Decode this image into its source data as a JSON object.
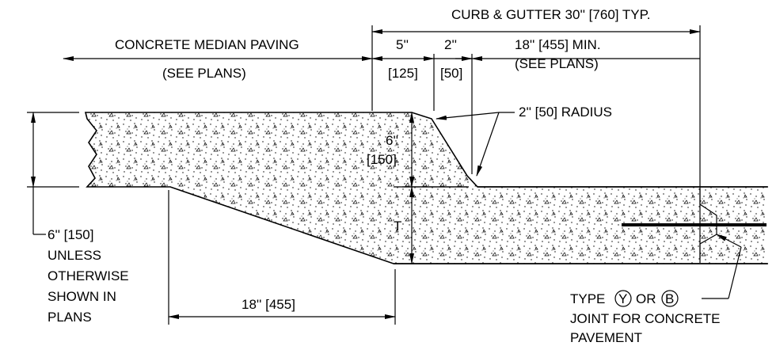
{
  "labels": {
    "curb_gutter": "CURB & GUTTER 30'' [760] TYP.",
    "concrete_median": "CONCRETE MEDIAN PAVING",
    "see_plans_left": "(SEE PLANS)",
    "dim_5in": "5''",
    "dim_125": "[125]",
    "dim_2in": "2''",
    "dim_50": "[50]",
    "dim_18in_min": "18'' [455] MIN.",
    "see_plans_right": "(SEE PLANS)",
    "radius": "2'' [50] RADIUS",
    "dim_6in": "6''",
    "dim_150": "[150]",
    "thickness": "T",
    "note_left_1": "6'' [150]",
    "note_left_2": "UNLESS",
    "note_left_3": "OTHERWISE",
    "note_left_4": "SHOWN IN",
    "note_left_5": "PLANS",
    "dim_18in_bottom": "18'' [455]",
    "joint_1a": "TYPE",
    "joint_circle_y": "Y",
    "joint_or": "OR",
    "joint_circle_b": "B",
    "joint_2": "JOINT FOR CONCRETE",
    "joint_3": "PAVEMENT"
  }
}
